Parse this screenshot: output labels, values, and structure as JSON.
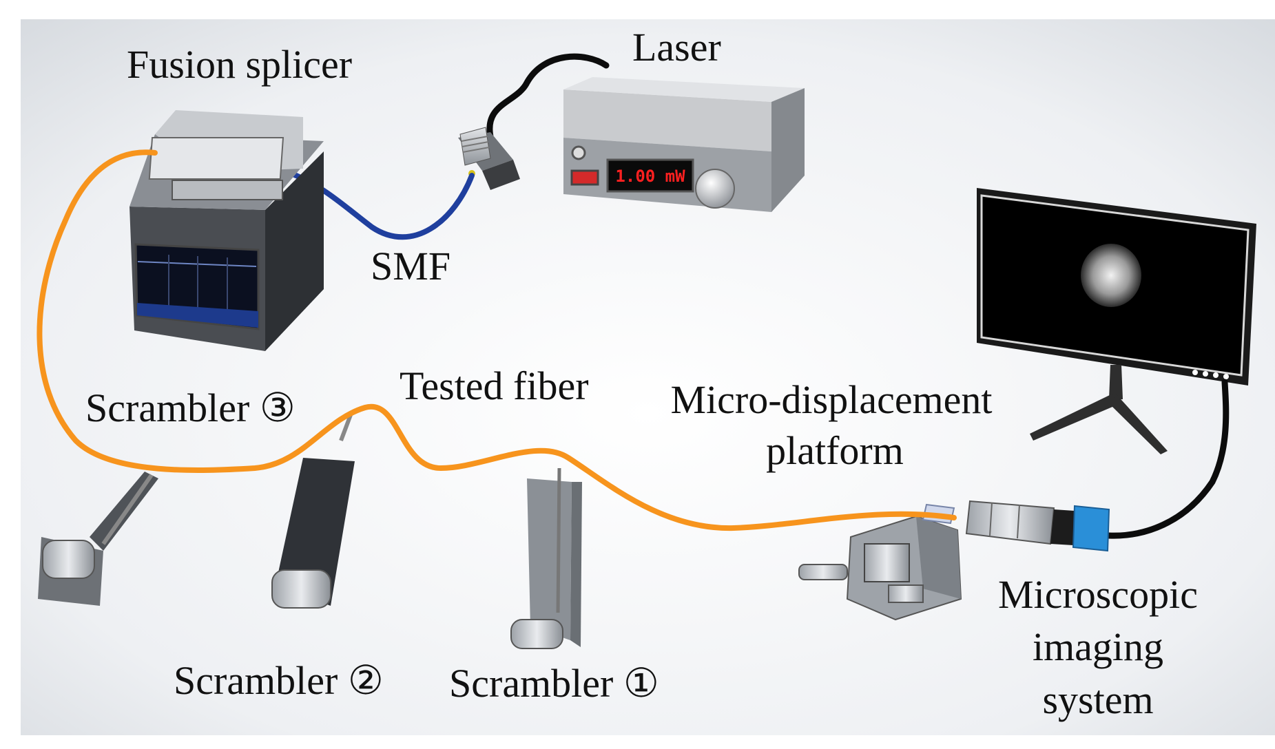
{
  "labels": {
    "fusion_splicer": "Fusion splicer",
    "laser": "Laser",
    "smf": "SMF",
    "tested_fiber": "Tested fiber",
    "scrambler_3": "Scrambler ③",
    "scrambler_2": "Scrambler ②",
    "scrambler_1": "Scrambler ①",
    "micro_displacement_line1": "Micro-displacement",
    "micro_displacement_line2": "platform",
    "microscopic_line1": "Microscopic",
    "microscopic_line2": "imaging",
    "microscopic_line3": "system"
  },
  "laser_display": "1.00 mW",
  "colors": {
    "tested_fiber": "#f7941d",
    "smf_cable": "#1f3f9e",
    "black_cable": "#0c0c0c",
    "display_digits": "#ff2020",
    "camera_body": "#2a8fd8",
    "background_center": "#ffffff",
    "background_edge": "#d9dde3"
  }
}
